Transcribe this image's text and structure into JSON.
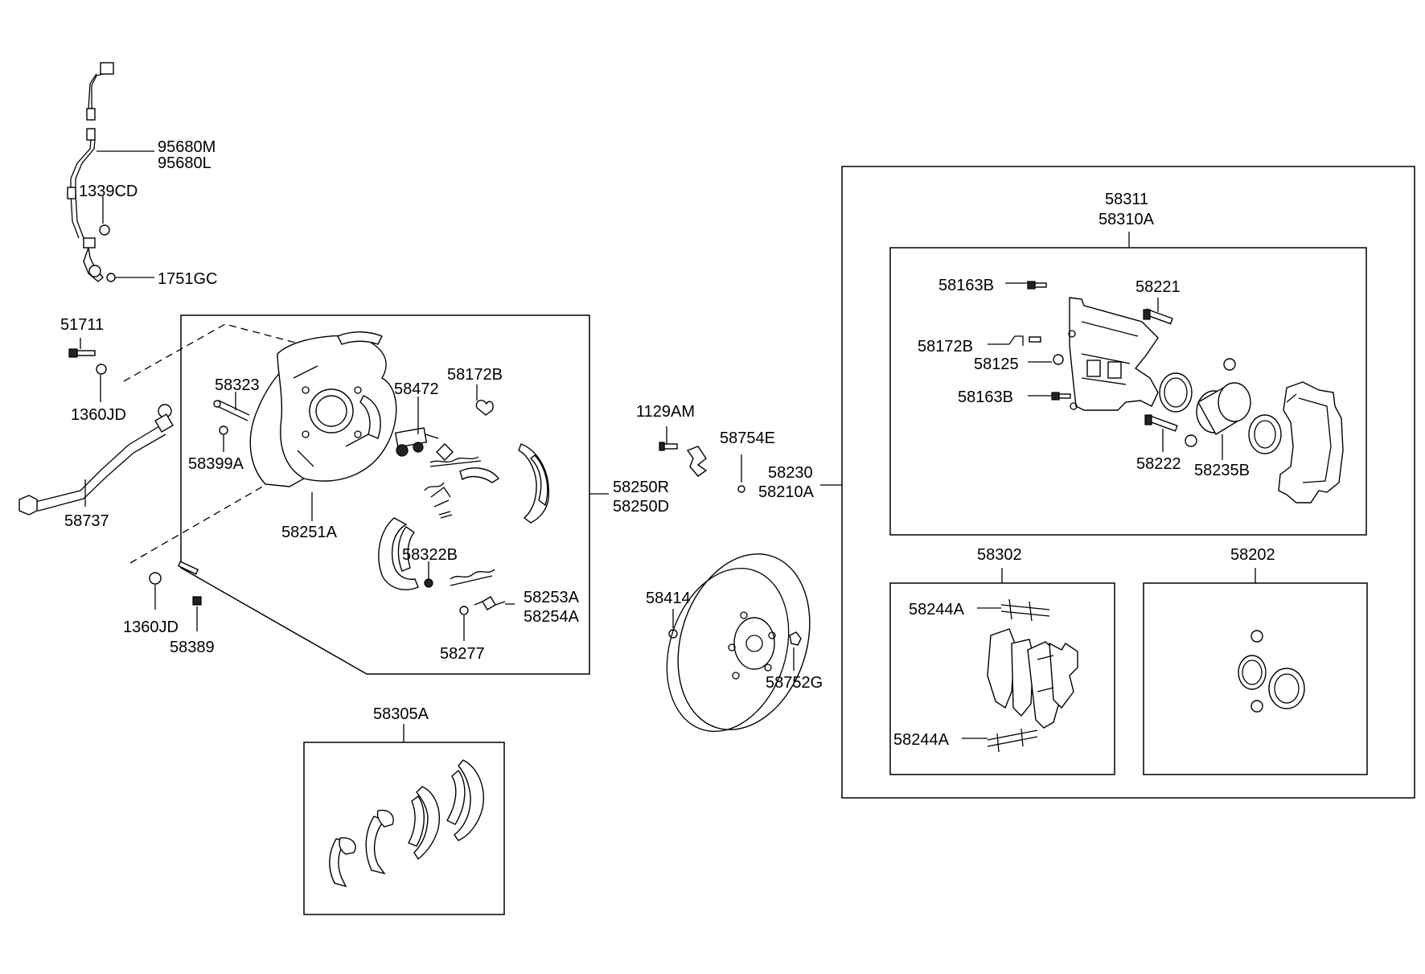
{
  "labels": {
    "l95680M": "95680M",
    "l95680L": "95680L",
    "l1339CD": "1339CD",
    "l1751GC": "1751GC",
    "l51711": "51711",
    "l1360JD_top": "1360JD",
    "l58737": "58737",
    "l1360JD_bot": "1360JD",
    "l58389": "58389",
    "l58323": "58323",
    "l58399A": "58399A",
    "l58251A": "58251A",
    "l58472": "58472",
    "l58172B_rear": "58172B",
    "l58322B": "58322B",
    "l58253A": "58253A",
    "l58254A": "58254A",
    "l58277": "58277",
    "l58250R": "58250R",
    "l58250D": "58250D",
    "l58305A": "58305A",
    "l1129AM": "1129AM",
    "l58754E": "58754E",
    "l58414": "58414",
    "l58752G": "58752G",
    "l58230": "58230",
    "l58210A": "58210A",
    "l58311": "58311",
    "l58310A": "58310A",
    "l58163B_top": "58163B",
    "l58221": "58221",
    "l58172B_front": "58172B",
    "l58125": "58125",
    "l58163B_bot": "58163B",
    "l58222": "58222",
    "l58235B": "58235B",
    "l58302": "58302",
    "l58244A_top": "58244A",
    "l58244A_bot": "58244A",
    "l58202": "58202"
  }
}
